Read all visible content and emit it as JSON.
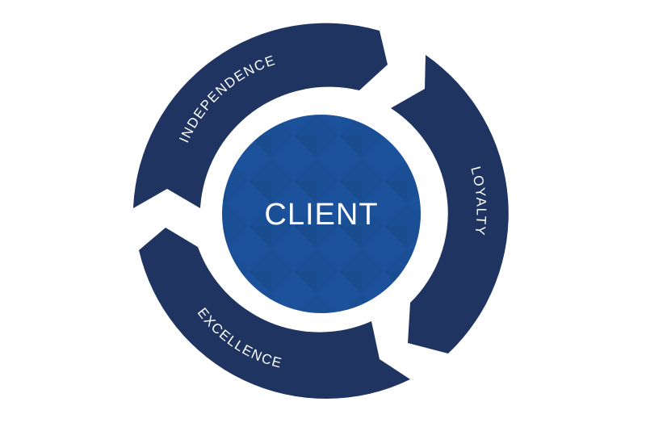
{
  "diagram": {
    "center_label": "CLIENT",
    "segments": [
      {
        "label": "INDEPENDENCE"
      },
      {
        "label": "LOYALTY"
      },
      {
        "label": "EXCELLENCE"
      }
    ]
  },
  "colors": {
    "arrow_fill": "#1f3461",
    "center_fill": "#1a4e95",
    "center_pattern": "#1f5aa6",
    "text": "#ffffff",
    "background": "#ffffff"
  }
}
